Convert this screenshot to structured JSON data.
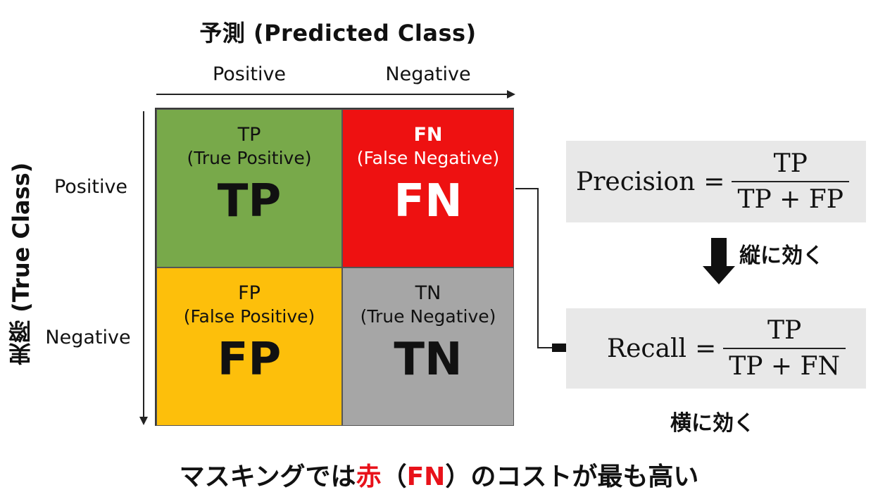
{
  "predicted_title": "予測 (Predicted Class)",
  "true_title": "実際 (True Class)",
  "columns": [
    "Positive",
    "Negative"
  ],
  "rows": [
    "Positive",
    "Negative"
  ],
  "cells": [
    {
      "abbr": "TP",
      "full": "(True Positive)",
      "big": "TP",
      "color": "#78a94a",
      "text_color": "#111111"
    },
    {
      "abbr": "FN",
      "full": "(False Negative)",
      "big": "FN",
      "color": "#ee1111",
      "text_color": "#ffffff"
    },
    {
      "abbr": "FP",
      "full": "(False Positive)",
      "big": "FP",
      "color": "#fdbf0b",
      "text_color": "#111111"
    },
    {
      "abbr": "TN",
      "full": "(True Negative)",
      "big": "TN",
      "color": "#a6a6a6",
      "text_color": "#111111"
    }
  ],
  "precision": {
    "label": "Precision",
    "num": "TP",
    "den": "TP + FP"
  },
  "recall": {
    "label": "Recall",
    "num": "TP",
    "den": "TP + FN"
  },
  "vertical_note": "縦に効く",
  "horizontal_note": "横に効く",
  "bottom": {
    "pre": "マスキングでは",
    "red1": "赤",
    "mid1": "（",
    "red2": "FN",
    "post": "）のコストが最も高い"
  },
  "colors": {
    "accent_red": "#e8121a",
    "formula_bg": "#e8e8e8"
  }
}
